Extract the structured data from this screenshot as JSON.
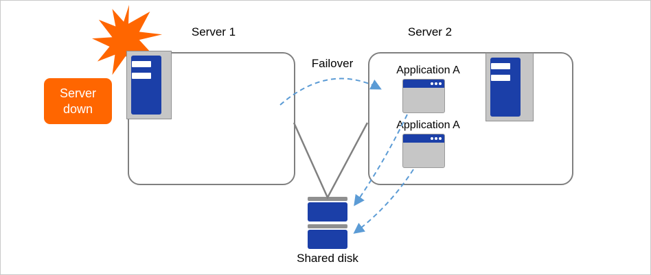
{
  "diagram": {
    "server1": {
      "label": "Server 1"
    },
    "server2": {
      "label": "Server 2"
    },
    "failover_label": "Failover",
    "server_down_label": "Server down",
    "applications": [
      {
        "label": "Application A"
      },
      {
        "label": "Application A"
      }
    ],
    "shared_disk_label": "Shared disk",
    "colors": {
      "orange": "#FF6600",
      "server_blue": "#1B3FA8",
      "arrow_blue": "#5B9BD5",
      "line_gray": "#808080",
      "icon_gray": "#C6C6C6"
    }
  }
}
